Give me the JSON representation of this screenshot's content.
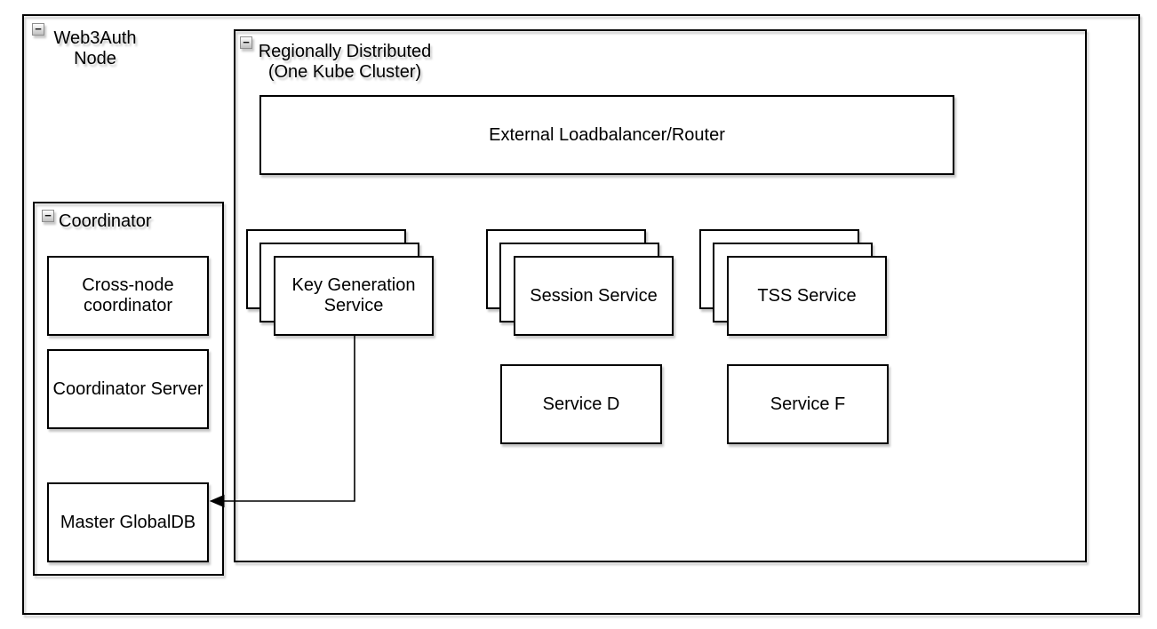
{
  "icons": {
    "collapse_glyph": "−"
  },
  "colors": {
    "border": "#000000",
    "background": "#ffffff",
    "shadow": "rgba(0,0,0,0.22)",
    "collapse_button_fill": "#d9d9d9"
  },
  "containers": {
    "web3auth": {
      "title": "Web3Auth\nNode"
    },
    "regional": {
      "title": "Regionally Distributed\n(One Kube Cluster)"
    },
    "coordinator": {
      "title": "Coordinator"
    }
  },
  "boxes": {
    "loadbalancer": {
      "label": "External Loadbalancer/Router"
    },
    "keygen": {
      "label": "Key Generation\nService",
      "stacked": true
    },
    "session": {
      "label": "Session Service",
      "stacked": true
    },
    "tss": {
      "label": "TSS Service",
      "stacked": true
    },
    "service_d": {
      "label": "Service D"
    },
    "service_f": {
      "label": "Service F"
    },
    "crossnode": {
      "label": "Cross-node\ncoordinator"
    },
    "coordserver": {
      "label": "Coordinator Server"
    },
    "masterdb": {
      "label": "Master GlobalDB"
    }
  },
  "edges": [
    {
      "from": "Key Generation Service",
      "to": "Master GlobalDB",
      "style": "orthogonal",
      "arrowhead": "left"
    }
  ]
}
